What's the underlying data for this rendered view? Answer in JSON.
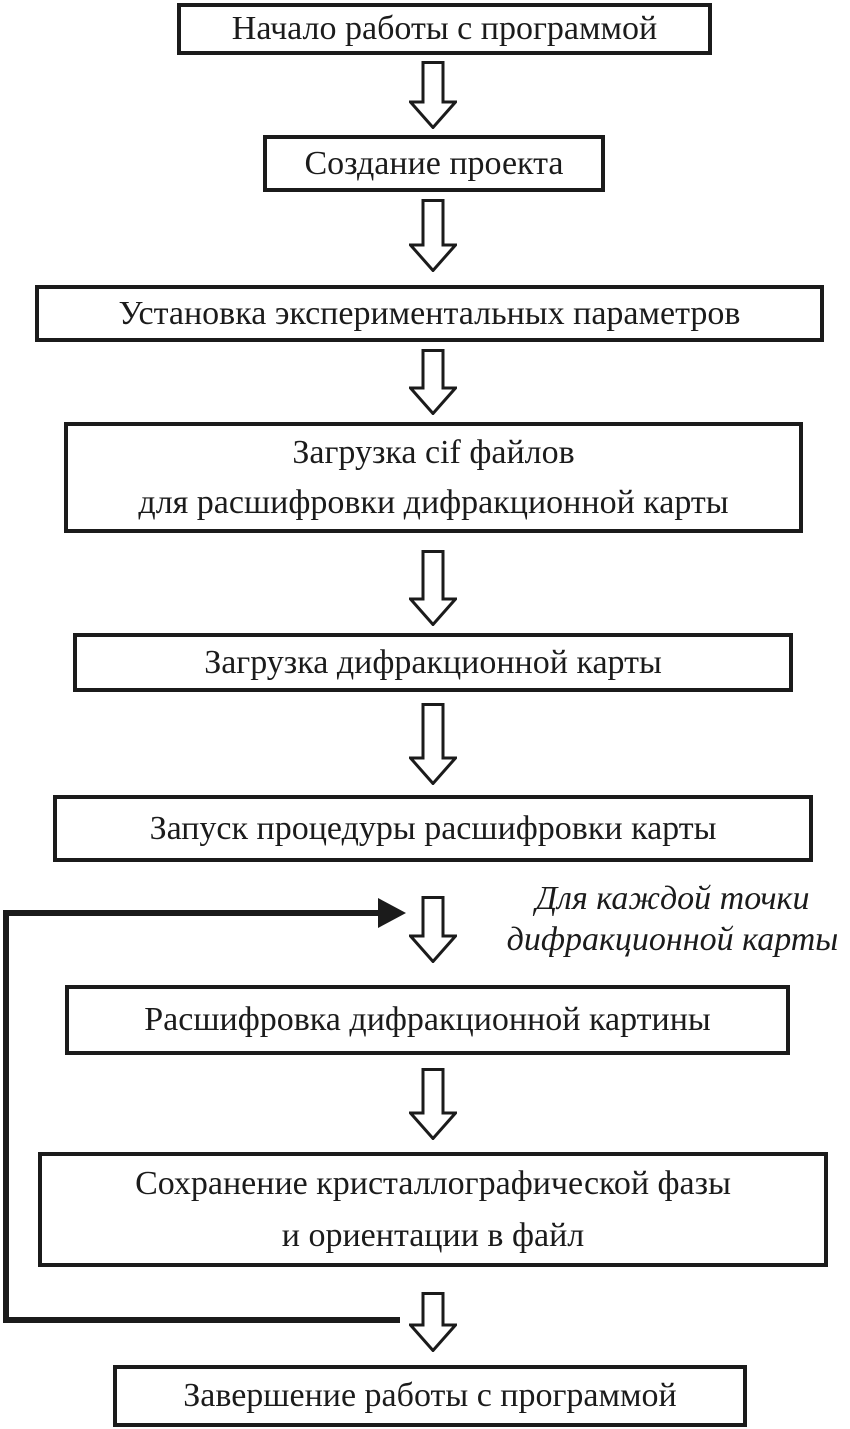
{
  "diagram": {
    "type": "flowchart",
    "language": "ru",
    "colors": {
      "stroke": "#1b1b1b",
      "background": "#ffffff",
      "text": "#1b1b1b",
      "arrow_fill": "#ffffff"
    },
    "boxes": [
      {
        "id": "start",
        "lines": [
          "Начало работы с программой"
        ]
      },
      {
        "id": "create-project",
        "lines": [
          "Создание проекта"
        ]
      },
      {
        "id": "set-params",
        "lines": [
          "Установка экспериментальных параметров"
        ]
      },
      {
        "id": "load-cif",
        "lines": [
          "Загрузка cif файлов",
          "для расшифровки дифракционной карты"
        ]
      },
      {
        "id": "load-map",
        "lines": [
          "Загрузка дифракционной карты"
        ]
      },
      {
        "id": "run-procedure",
        "lines": [
          "Запуск процедуры расшифровки карты"
        ]
      },
      {
        "id": "decode-pattern",
        "lines": [
          "Расшифровка дифракционной картины"
        ]
      },
      {
        "id": "save-phase",
        "lines": [
          "Сохранение кристаллографической фазы",
          "и ориентации в файл"
        ]
      },
      {
        "id": "finish",
        "lines": [
          "Завершение работы с программой"
        ]
      }
    ],
    "flow": [
      "start -> create-project -> set-params -> load-cif -> load-map -> run-procedure -> decode-pattern -> save-phase -> finish",
      "loop: save-phase -> decode-pattern (for each point of the diffraction map)"
    ],
    "loop_annotation": {
      "lines": [
        "Для каждой точки",
        "дифракционной карты"
      ]
    }
  }
}
